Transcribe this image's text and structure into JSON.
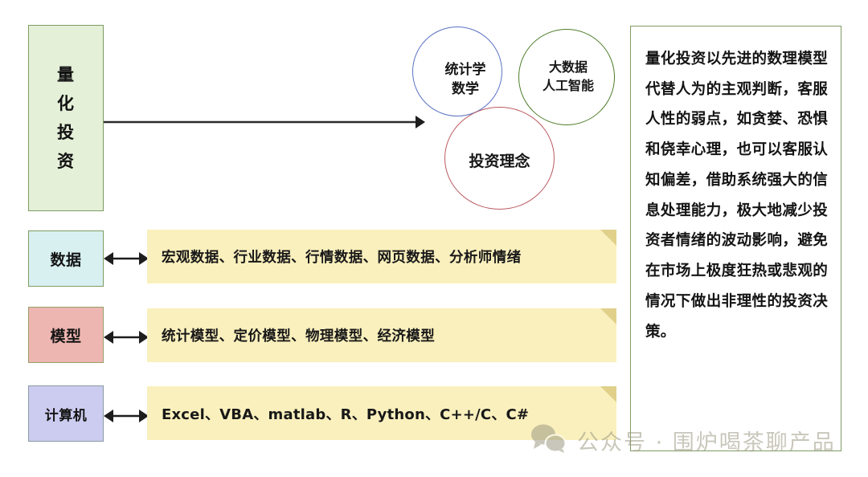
{
  "title_box": {
    "label": "量化投资",
    "chars": [
      "量",
      "化",
      "投",
      "资"
    ]
  },
  "venn": {
    "circles": [
      {
        "name": "statistics-math",
        "lines": [
          "统计学",
          "数学"
        ],
        "color": "#5b72c4"
      },
      {
        "name": "bigdata-ai",
        "lines": [
          "大数据",
          "人工智能"
        ],
        "color": "#4e7d2a"
      },
      {
        "name": "investment-philosophy",
        "lines": [
          "投资理念"
        ],
        "color": "#bb5b60"
      }
    ]
  },
  "rows": [
    {
      "category": "数据",
      "category_color": "#d8f0f0",
      "items_text": "宏观数据、行业数据、行情数据、网页数据、分析师情绪"
    },
    {
      "category": "模型",
      "category_color": "#eeb6b1",
      "items_text": "统计模型、定价模型、物理模型、经济模型"
    },
    {
      "category": "计算机",
      "category_color": "#ccccf0",
      "items_text": "Excel、VBA、matlab、R、Python、C++/C、C#"
    }
  ],
  "panel": {
    "text": "量化投资以先进的数理模型代替人为的主观判断，客服人性的弱点，如贪婪、恐惧和侥幸心理，也可以客服认知偏差，借助系统强大的信息处理能力，极大地减少投资者情绪的波动影响，避免在市场上极度狂热或悲观的情况下做出非理性的投资决策。"
  },
  "watermark": {
    "icon": "wechat-icon",
    "text": "公众号 · 围炉喝茶聊产品"
  },
  "colors": {
    "green_border": "#7f9b63",
    "note_bg": "#faf0bd",
    "note_fold": "#e0d08a",
    "arrow": "#2b2b2b"
  }
}
